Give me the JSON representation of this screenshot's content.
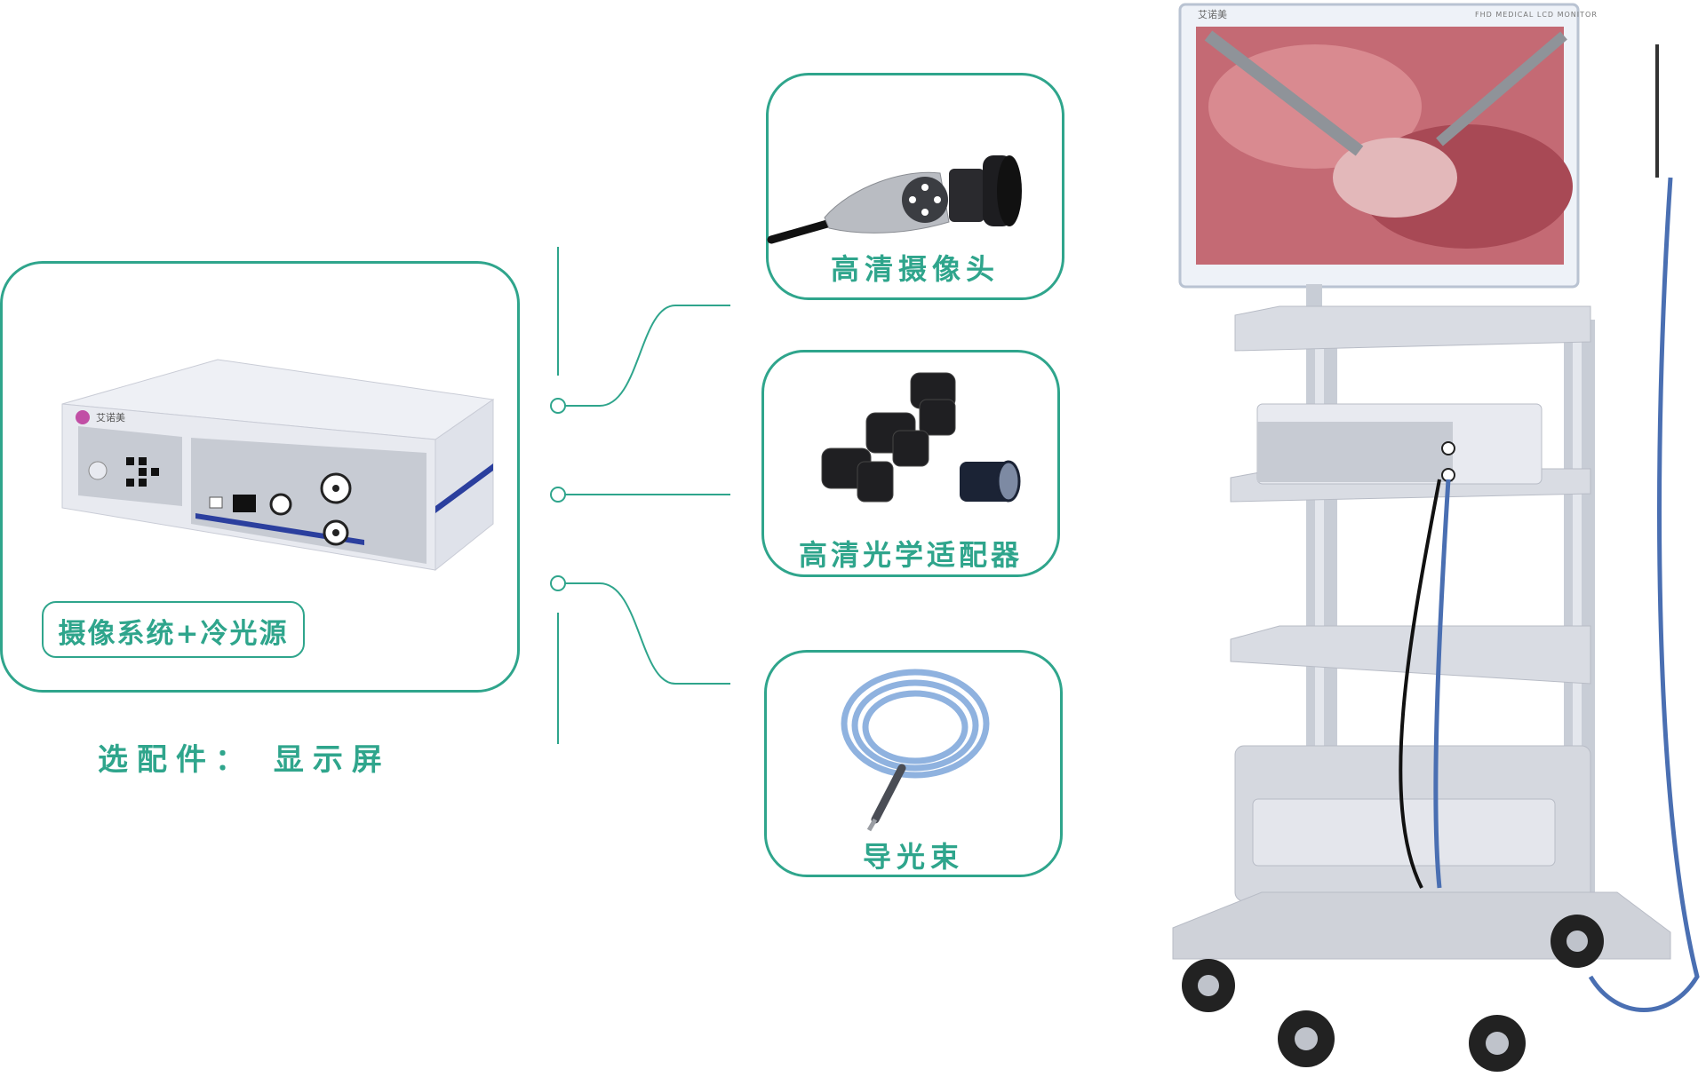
{
  "main_unit": {
    "caption": "摄像系统+冷光源",
    "brand": "艾诺美"
  },
  "optional": {
    "text": "选配件： 显示屏"
  },
  "accessories": [
    {
      "caption": "高清摄像头"
    },
    {
      "caption": "高清光学适配器"
    },
    {
      "caption": "导光束"
    }
  ],
  "monitor": {
    "brand": "艾诺美",
    "model": "FHD MEDICAL LCD MONITOR"
  },
  "colors": {
    "accent": "#2fa58c",
    "device_blue": "#2b3f9e",
    "panel_gray": "#c7cbd3"
  }
}
